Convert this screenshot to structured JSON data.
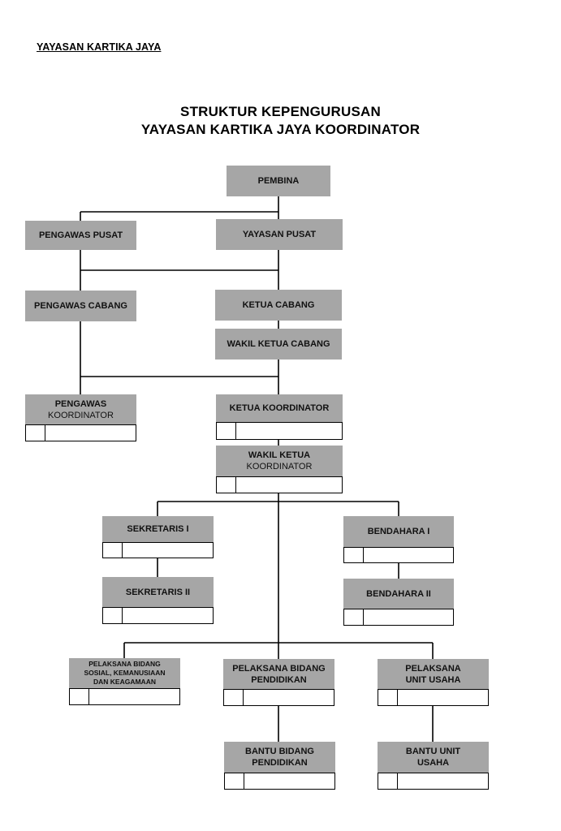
{
  "header": {
    "org_label": "YAYASAN KARTIKA JAYA",
    "title_line1": "STRUKTUR KEPENGURUSAN",
    "title_line2": "YAYASAN KARTIKA JAYA KOORDINATOR"
  },
  "nodes": {
    "pembina": "PEMBINA",
    "pengawas_pusat": "PENGAWAS PUSAT",
    "yayasan_pusat": "YAYASAN PUSAT",
    "pengawas_cabang": "PENGAWAS CABANG",
    "ketua_cabang": "KETUA CABANG",
    "wakil_ketua_cabang": "WAKIL KETUA CABANG",
    "pengawas_koordinator_l1": "PENGAWAS",
    "pengawas_koordinator_l2": "KOORDINATOR",
    "ketua_koordinator": "KETUA KOORDINATOR",
    "wakil_ketua_koordinator_l1": "WAKIL KETUA",
    "wakil_ketua_koordinator_l2": "KOORDINATOR",
    "sekretaris_1": "SEKRETARIS I",
    "sekretaris_2": "SEKRETARIS II",
    "bendahara_1": "BENDAHARA I",
    "bendahara_2": "BENDAHARA II",
    "pelaksana_sosial_l1": "PELAKSANA BIDANG",
    "pelaksana_sosial_l2": "SOSIAL, KEMANUSIAAN",
    "pelaksana_sosial_l3": "DAN KEAGAMAAN",
    "pelaksana_pendidikan_l1": "PELAKSANA BIDANG",
    "pelaksana_pendidikan_l2": "PENDIDIKAN",
    "pelaksana_usaha_l1": "PELAKSANA",
    "pelaksana_usaha_l2": "UNIT USAHA",
    "bantu_pendidikan_l1": "BANTU BIDANG",
    "bantu_pendidikan_l2": "PENDIDIKAN",
    "bantu_usaha_l1": "BANTU UNIT",
    "bantu_usaha_l2": "USAHA"
  },
  "colors": {
    "box_fill": "#a6a6a6",
    "line": "#000000"
  }
}
